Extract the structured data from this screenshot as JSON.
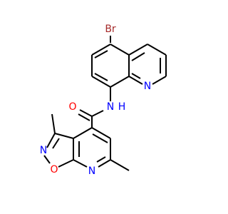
{
  "molecule": {
    "atoms": {
      "br": "Br",
      "n_quinoline": "N",
      "nh_n": "N",
      "nh_h": "H",
      "o_carbonyl": "O",
      "n_isoxazole": "N",
      "o_isoxazole": "O",
      "n_pyridine": "N"
    }
  },
  "colors": {
    "bond": "#000000",
    "nitrogen": "#0000ff",
    "oxygen": "#ff0000",
    "bromine": "#a52a2a"
  }
}
